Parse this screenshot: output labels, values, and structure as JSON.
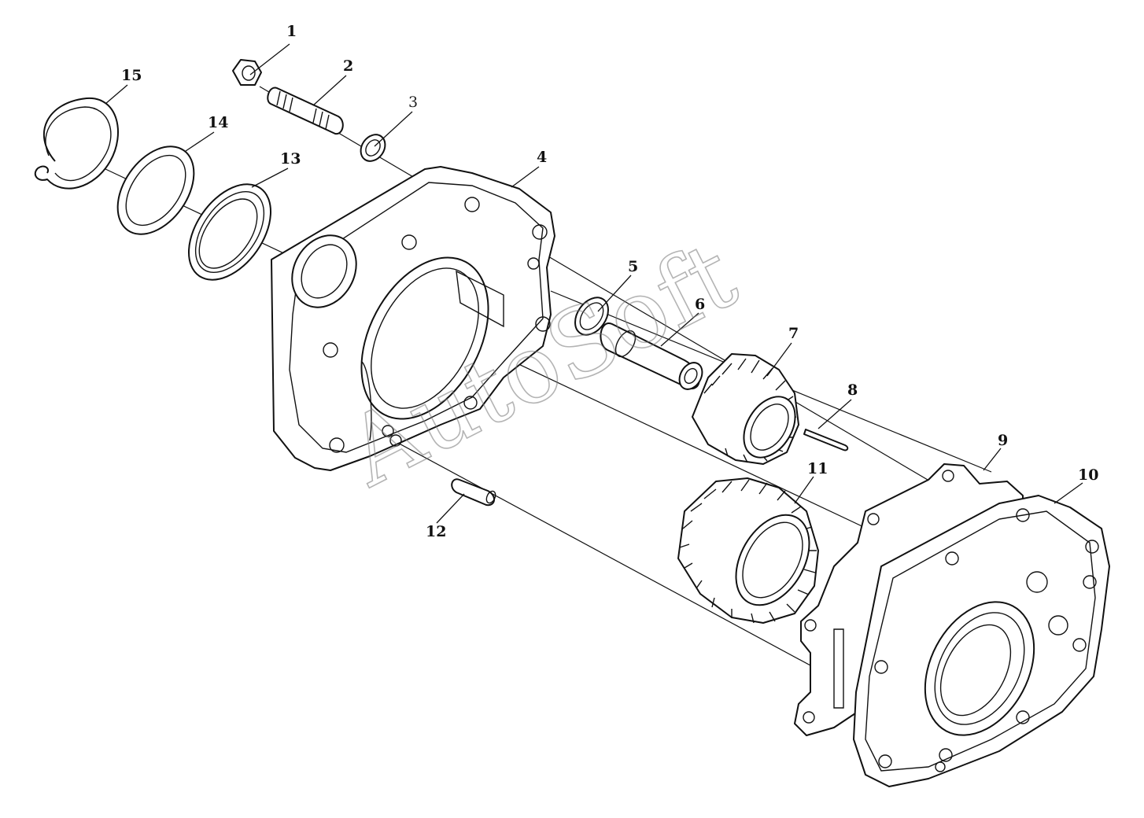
{
  "watermark": "AutoSoft",
  "callouts": {
    "c1": "1",
    "c2": "2",
    "c3": "3",
    "c4": "4",
    "c5": "5",
    "c6": "6",
    "c7": "7",
    "c8": "8",
    "c9": "9",
    "c10": "10",
    "c11": "11",
    "c12": "12",
    "c13": "13",
    "c14": "14",
    "c15": "15"
  }
}
